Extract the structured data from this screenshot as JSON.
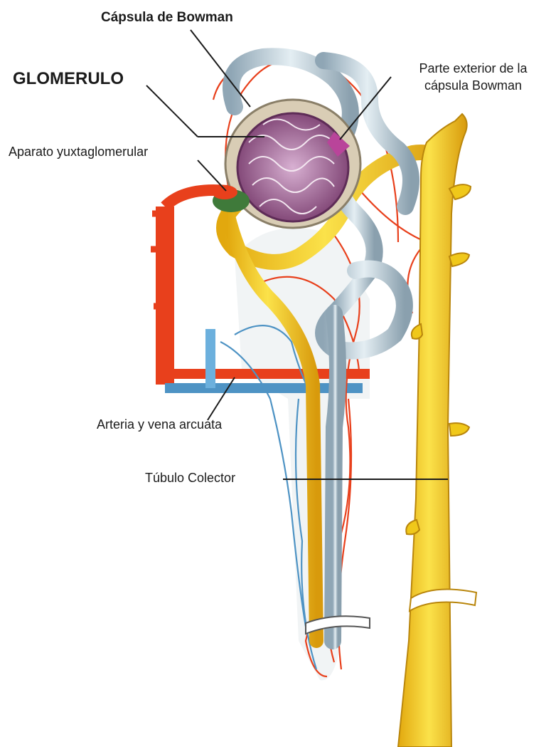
{
  "labels": {
    "capsula_bowman": "Cápsula de Bowman",
    "glomerulo": "GLOMERULO",
    "aparato": "Aparato yuxtaglomerular",
    "parte_exterior_line1": "Parte exterior de la",
    "parte_exterior_line2": "cápsula Bowman",
    "arteria_vena": "Arteria y vena arcuata",
    "tubulo_colector": "Túbulo Colector"
  },
  "colors": {
    "artery": "#e8401c",
    "vein": "#5aa6d8",
    "tubule_yellow": "#f2d21c",
    "tubule_blue": "#b7cdd9",
    "collecting_duct": "#f0c81a",
    "glomerulus": "#9a4f8a",
    "capsule": "#c9bfa8"
  }
}
